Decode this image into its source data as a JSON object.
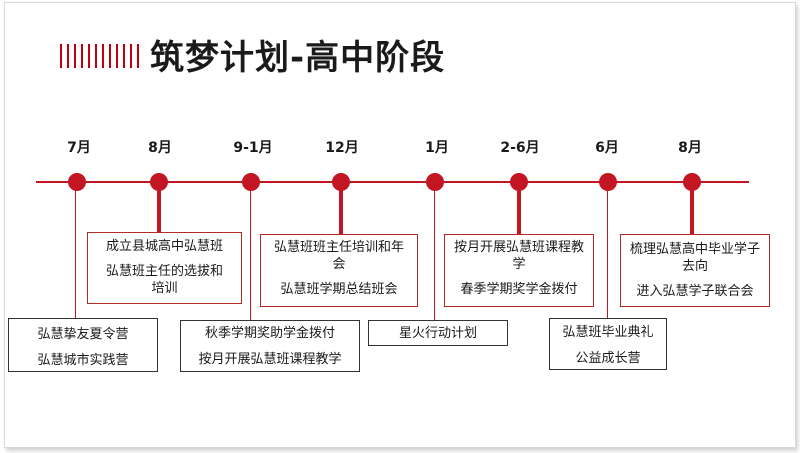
{
  "title": "筑梦计划-高中阶段",
  "colors": {
    "accent": "#c41622",
    "text": "#1a1a1a"
  },
  "timeline": {
    "months": [
      "7月",
      "8月",
      "9-1月",
      "12月",
      "1月",
      "2-6月",
      "6月",
      "8月"
    ]
  },
  "boxes": {
    "b1": [
      "弘慧挚友夏令营",
      "弘慧城市实践营"
    ],
    "b2": [
      "成立县城高中弘慧班",
      "弘慧班主任的选拔和培训"
    ],
    "b3": [
      "秋季学期奖助学金拨付",
      "按月开展弘慧班课程教学"
    ],
    "b4": [
      "弘慧班班主任培训和年会",
      "弘慧班学期总结班会"
    ],
    "b5": [
      "星火行动计划"
    ],
    "b6": [
      "按月开展弘慧班课程教学",
      "春季学期奖学金拨付"
    ],
    "b7": [
      "弘慧班毕业典礼",
      "公益成长营"
    ],
    "b8": [
      "梳理弘慧高中毕业学子去向",
      "进入弘慧学子联合会"
    ]
  }
}
